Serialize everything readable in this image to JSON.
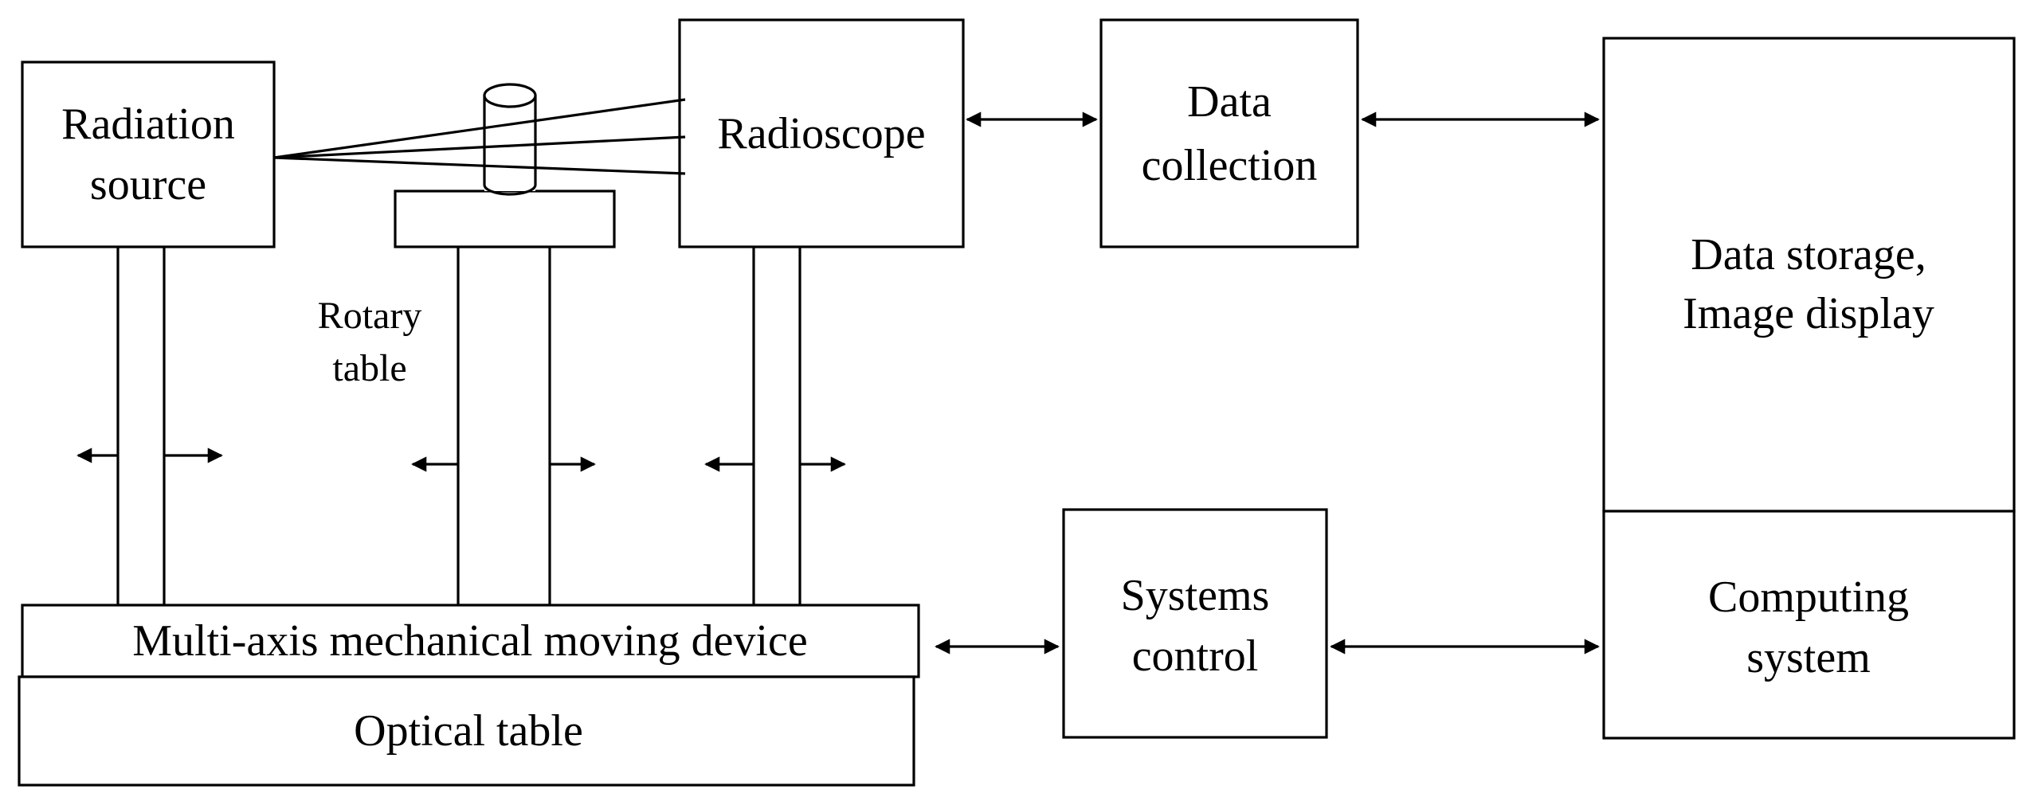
{
  "labels": {
    "radiation_source": [
      "Radiation",
      "source"
    ],
    "radioscope": "Radioscope",
    "data_collection": [
      "Data",
      "collection"
    ],
    "data_storage": [
      "Data storage,",
      "Image display"
    ],
    "computing_system": [
      "Computing",
      "system"
    ],
    "systems_control": [
      "Systems",
      "control"
    ],
    "rotary_table": [
      "Rotary",
      "table"
    ],
    "multi_axis": "Multi-axis mechanical moving device",
    "optical_table": "Optical table"
  },
  "colors": {
    "stroke": "#000000",
    "fill": "#ffffff"
  }
}
